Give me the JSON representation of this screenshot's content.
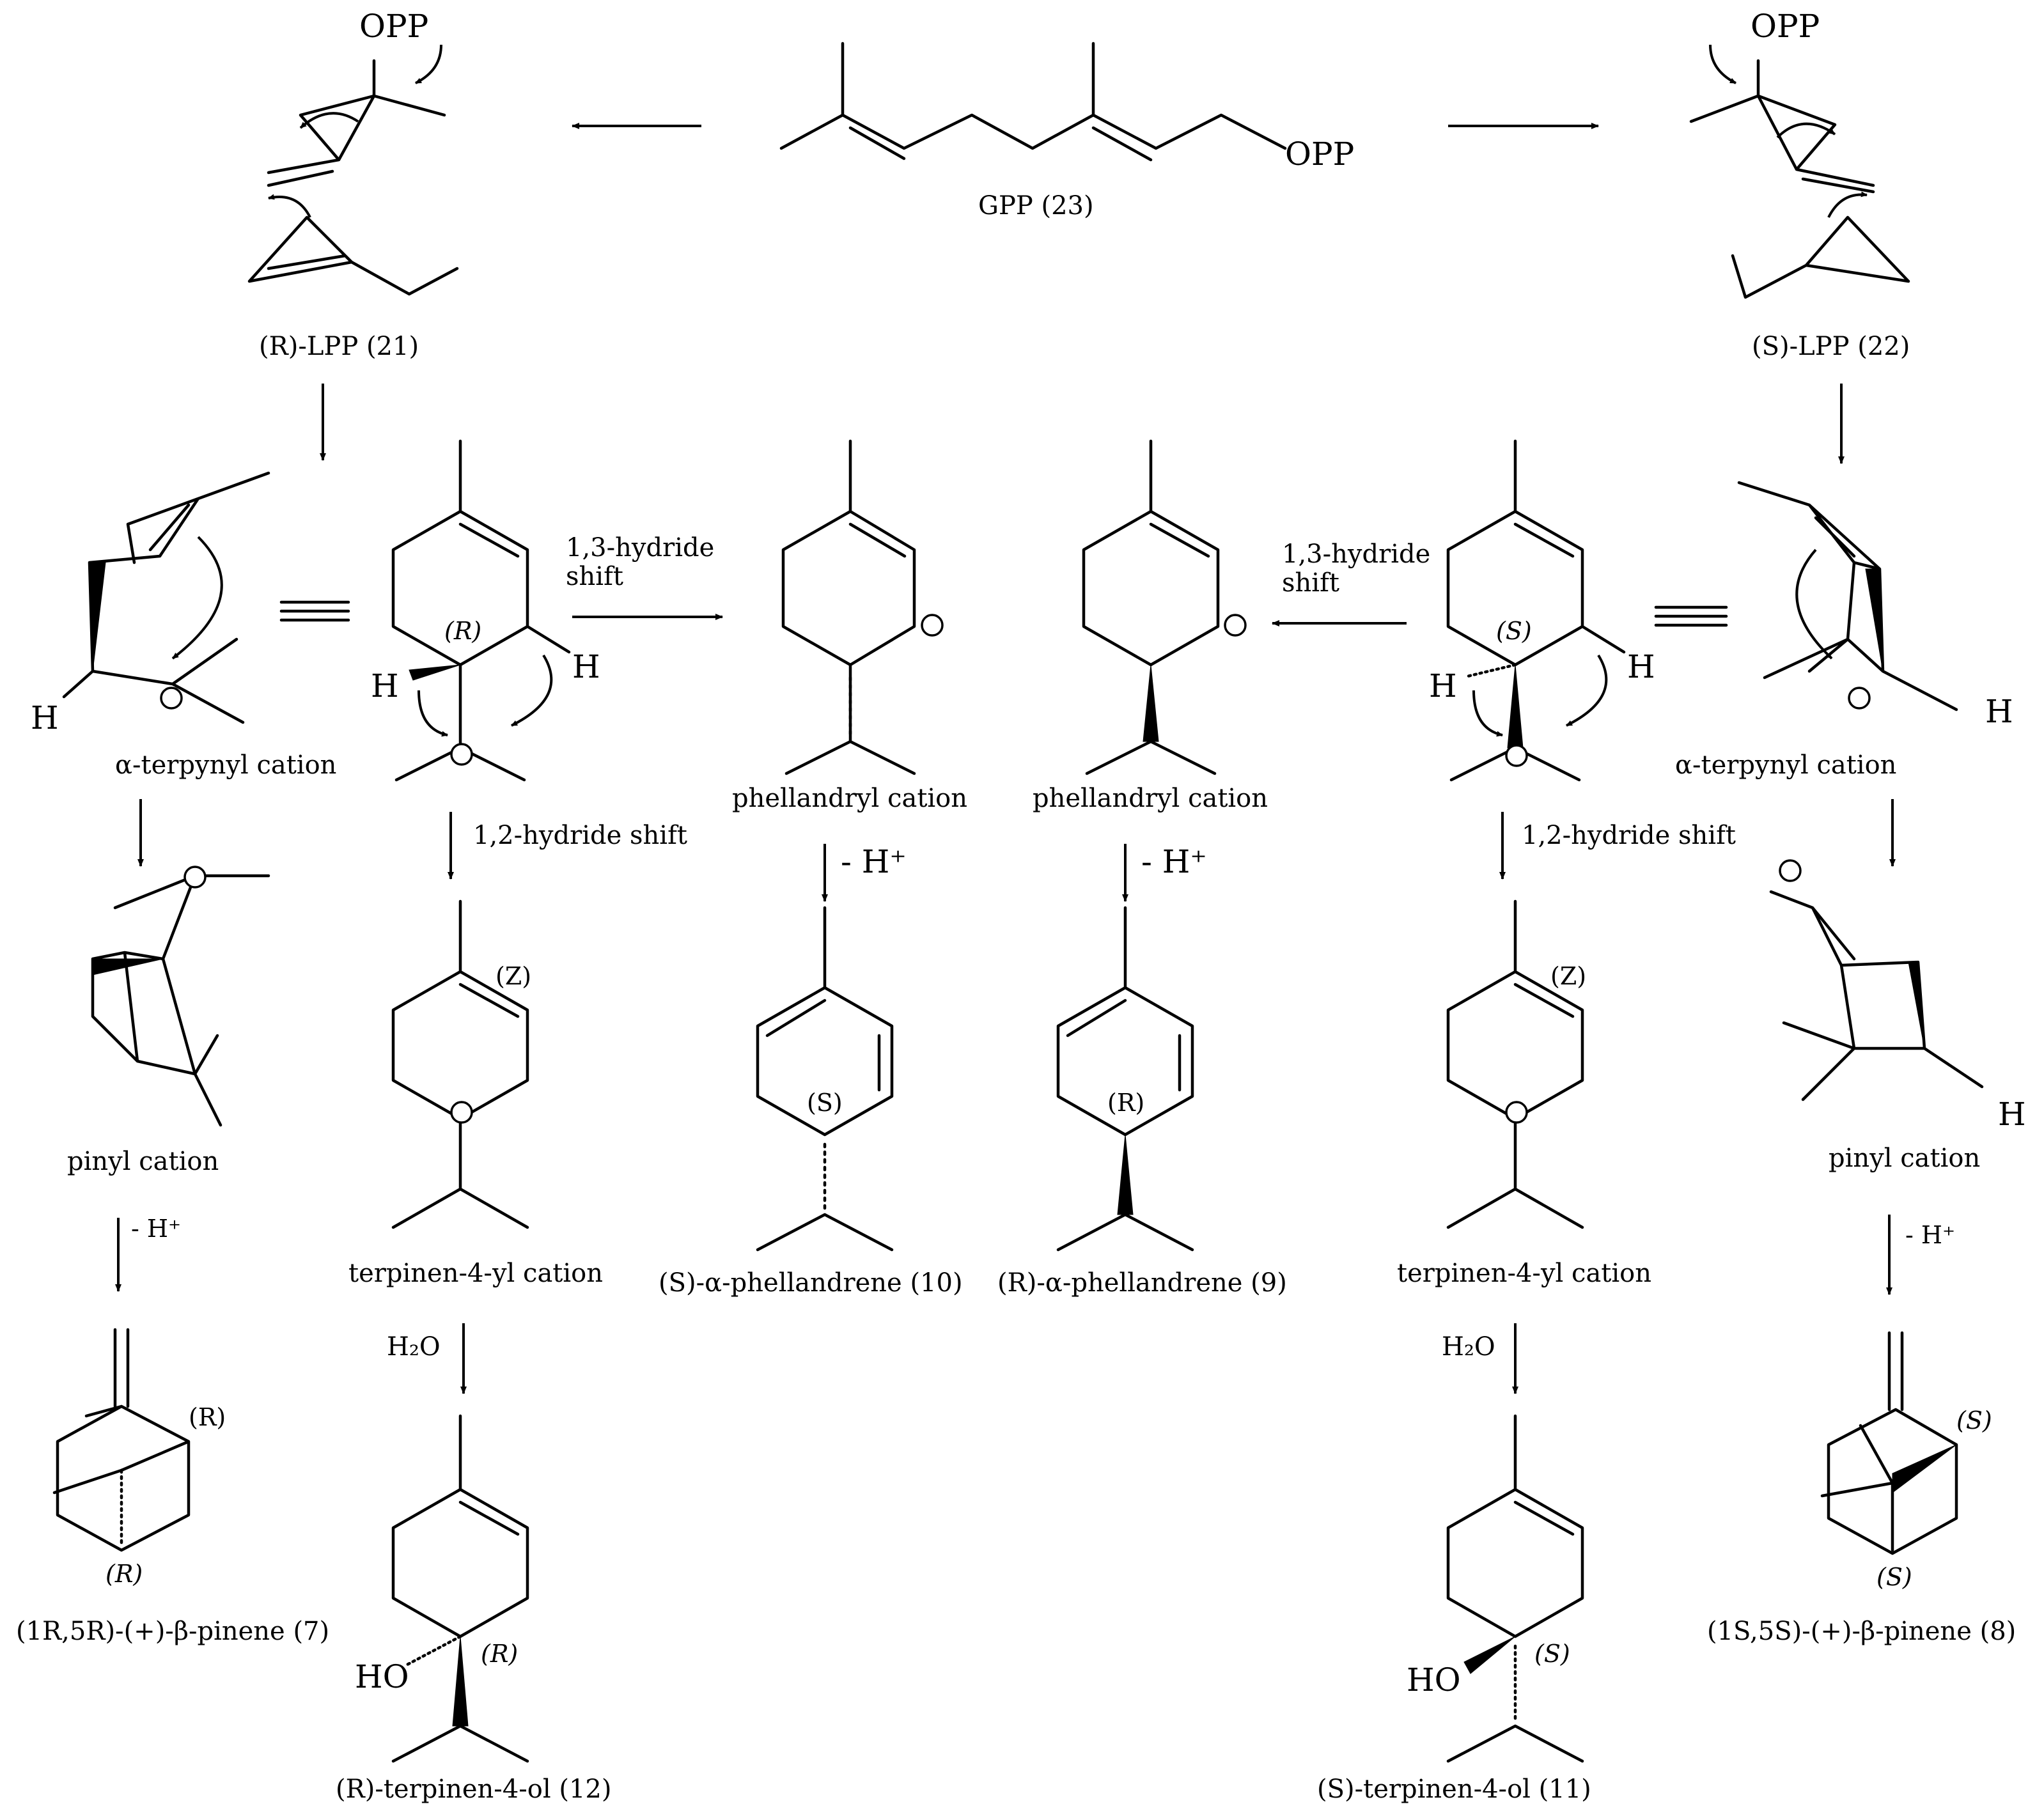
{
  "compounds": {
    "gpp": "GPP (23)",
    "r_lpp": "(R)-LPP (21)",
    "s_lpp": "(S)-LPP (22)",
    "terpinyl_left": "α-terpynyl cation",
    "terpinyl_right": "α-terpynyl cation",
    "phell_cation_left": "phellandryl cation",
    "phell_cation_right": "phellandryl cation",
    "pinyl_left": "pinyl cation",
    "pinyl_right": "pinyl cation",
    "terpinen_cation_left": "terpinen-4-yl cation",
    "terpinen_cation_right": "terpinen-4-yl cation",
    "s_phellandrene": "(S)-α-phellandrene (10)",
    "r_phellandrene": "(R)-α-phellandrene (9)",
    "r_pinene": "(1R,5R)-(+)-β-pinene (7)",
    "s_pinene": "(1S,5S)-(+)-β-pinene (8)",
    "r_terpinenol": "(R)-terpinen-4-ol (12)",
    "s_terpinenol": "(S)-terpinen-4-ol (11)"
  },
  "steps": {
    "hydride13_left_line1": "1,3-hydride",
    "hydride13_left_line2": "shift",
    "hydride13_right_line1": "1,3-hydride",
    "hydride13_right_line2": "shift",
    "hydride12_left": "1,2-hydride shift",
    "hydride12_right": "1,2-hydride shift",
    "minus_h_phell_left": "- H⁺",
    "minus_h_phell_right": "- H⁺",
    "minus_h_pinyl_left": "- H⁺",
    "minus_h_pinyl_right": "- H⁺",
    "water_left": "H₂O",
    "water_right": "H₂O"
  },
  "atoms": {
    "opp": "OPP",
    "h": "H",
    "ho": "HO",
    "plus": "+"
  },
  "stereo": {
    "r": "(R)",
    "s": "(S)",
    "z": "(Z)"
  },
  "colors": {
    "ink": "#000000",
    "background": "#ffffff"
  }
}
